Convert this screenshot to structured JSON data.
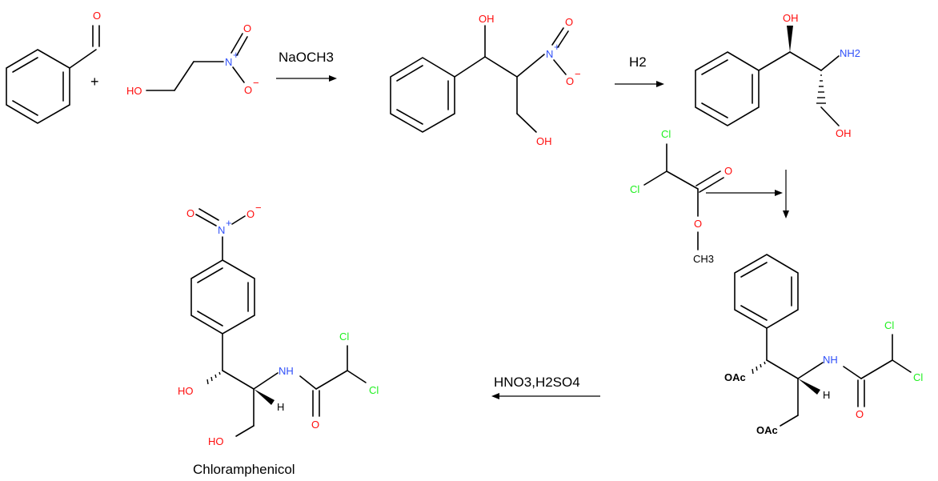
{
  "reagents": {
    "step1": "NaOCH3",
    "step2": "H2",
    "step4": "HNO3,H2SO4"
  },
  "product_name": "Chloramphenicol",
  "plus": "+",
  "atoms": {
    "O": "O",
    "HO": "HO",
    "OH": "OH",
    "NH": "NH",
    "NH2": "NH2",
    "N": "N",
    "plus": "+",
    "minus": "−",
    "Cl": "Cl",
    "CH3": "CH3",
    "OAc": "OAc",
    "H": "H"
  },
  "colors": {
    "oxygen": "#ff0d0d",
    "nitrogen": "#3050f8",
    "chlorine": "#1ff01f",
    "carbon": "#000000"
  }
}
